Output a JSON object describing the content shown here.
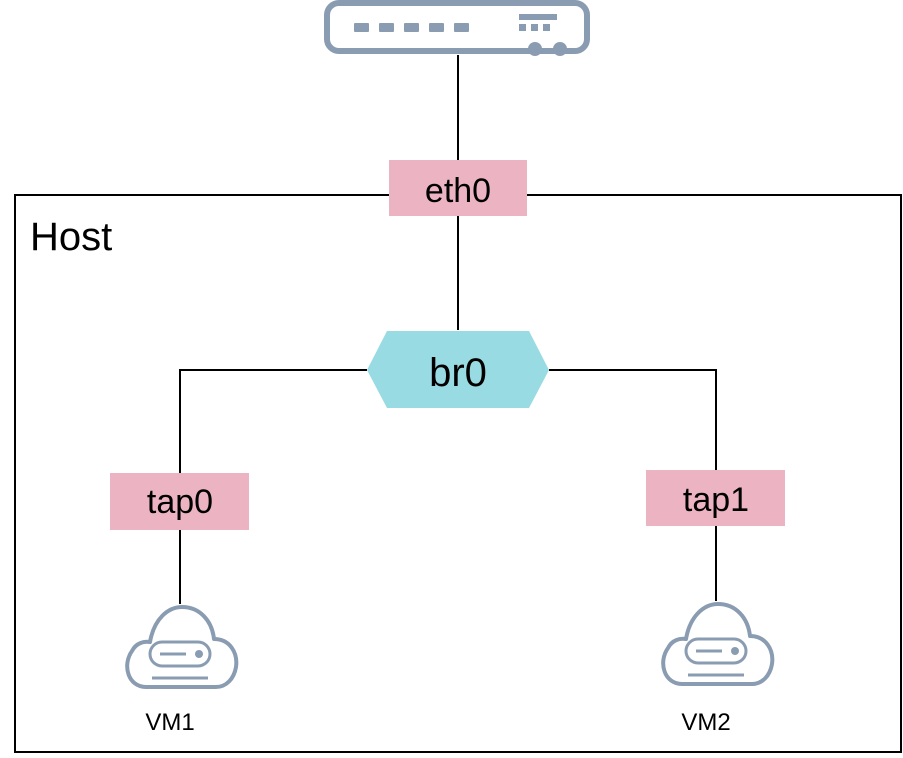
{
  "diagram": {
    "host_label": "Host",
    "router": {
      "icon": "router-icon"
    },
    "interfaces": {
      "eth0": "eth0",
      "bridge": "br0",
      "tap0": "tap0",
      "tap1": "tap1"
    },
    "vms": [
      {
        "label": "VM1",
        "icon": "cloud-server-icon"
      },
      {
        "label": "VM2",
        "icon": "cloud-server-icon"
      }
    ]
  },
  "colors": {
    "interface_fill": "#ecb4c2",
    "bridge_fill": "#99dbe3",
    "icon_stroke": "#8a9cb2",
    "line": "#000000",
    "host_border": "#000000"
  }
}
